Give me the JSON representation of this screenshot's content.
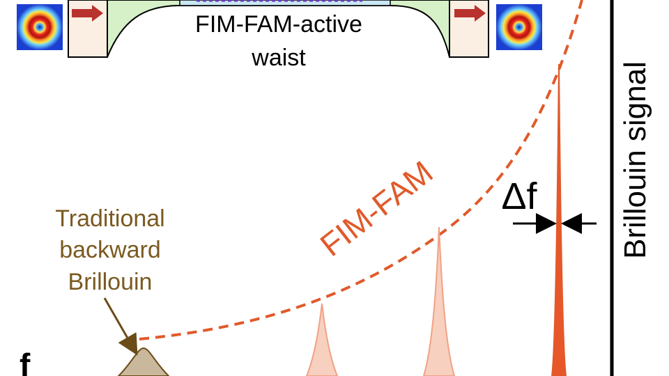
{
  "waveguide": {
    "waist_label_line1": "FIM-FAM-active",
    "waist_label_line2": "waist"
  },
  "annotations": {
    "traditional_line1": "Traditional",
    "traditional_line2": "backward",
    "traditional_line3": "Brillouin",
    "curve_label": "FIM-FAM",
    "linewidth_label": "Δf",
    "y_axis_label": "Brillouin signal",
    "panel_letter": "f"
  },
  "colors": {
    "fim_fam": "#e05a2b",
    "traditional": "#7a5a20",
    "traditional_fill": "#c9b89b",
    "peak_light": "#f3b8a0",
    "peak_mid": "#f29a78",
    "peak_dark": "#e8572a",
    "taper_fill": "#d6f0c8",
    "core_fill": "#c9e6f3",
    "axis": "#000000"
  },
  "icons": {
    "input_mode": "ring-mode-profile-icon",
    "output_mode": "ring-mode-profile-icon",
    "input_arrow": "right-arrow-icon",
    "output_arrow": "right-arrow-icon"
  }
}
